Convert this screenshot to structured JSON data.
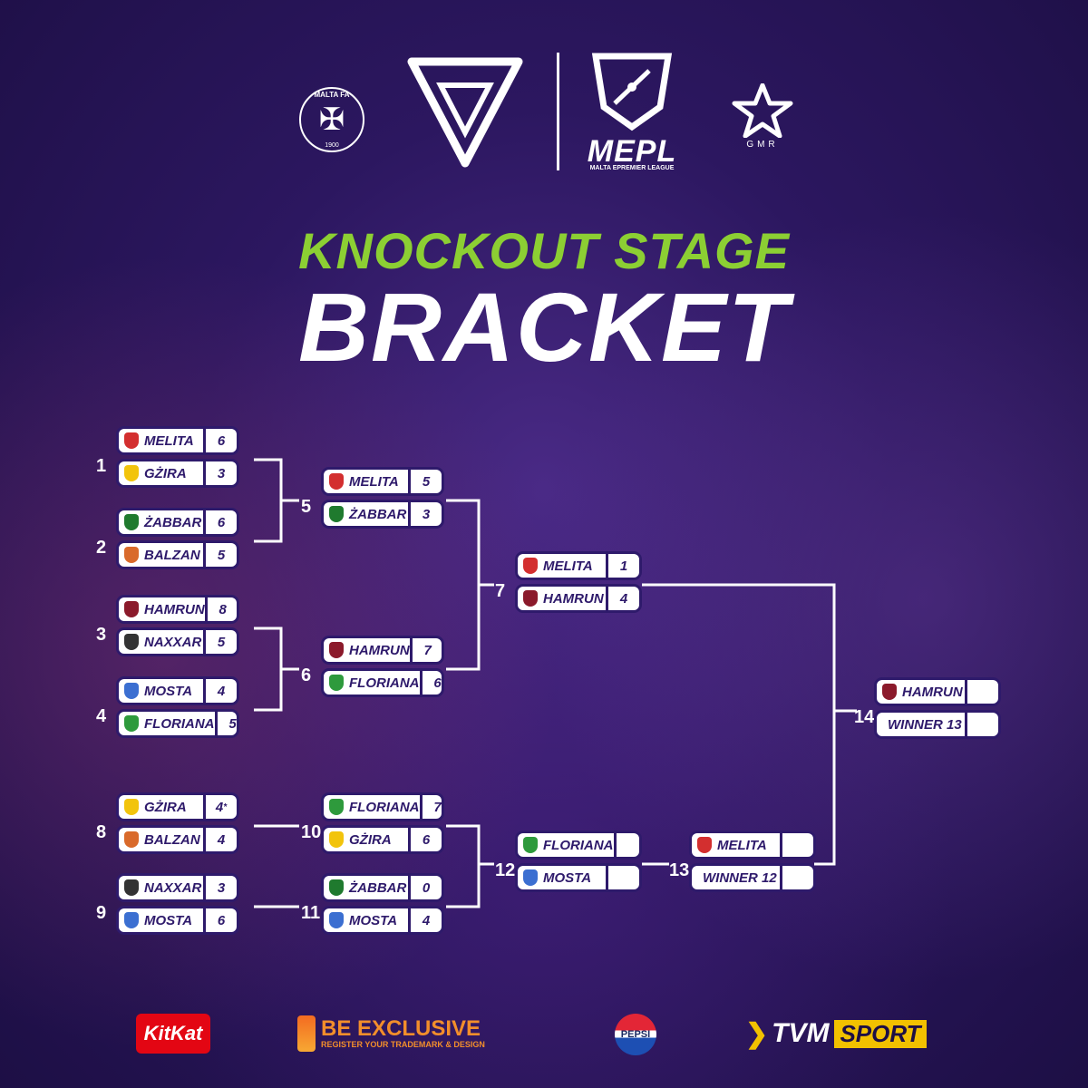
{
  "header": {
    "maltafa_top": "MALTA FA",
    "maltafa_year": "1900",
    "mepl_name": "MEPL",
    "mepl_sub": "MALTA EPREMIER LEAGUE",
    "gmr": "GMR"
  },
  "title": {
    "line1": "KNOCKOUT STAGE",
    "line2": "BRACKET"
  },
  "team_colors": {
    "MELITA": "#d32f2f",
    "GŻIRA": "#f2c40c",
    "ŻABBAR": "#1f7a2e",
    "BALZAN": "#d96a2b",
    "HAMRUN": "#8b1a2b",
    "NAXXAR": "#333333",
    "MOSTA": "#3b6fd1",
    "FLORIANA": "#2e9a3c"
  },
  "matches": {
    "m1": {
      "num": "1",
      "teams": [
        {
          "name": "MELITA",
          "score": "6"
        },
        {
          "name": "GŻIRA",
          "score": "3"
        }
      ]
    },
    "m2": {
      "num": "2",
      "teams": [
        {
          "name": "ŻABBAR",
          "score": "6"
        },
        {
          "name": "BALZAN",
          "score": "5"
        }
      ]
    },
    "m3": {
      "num": "3",
      "teams": [
        {
          "name": "HAMRUN",
          "score": "8"
        },
        {
          "name": "NAXXAR",
          "score": "5"
        }
      ]
    },
    "m4": {
      "num": "4",
      "teams": [
        {
          "name": "MOSTA",
          "score": "4"
        },
        {
          "name": "FLORIANA",
          "score": "5"
        }
      ]
    },
    "m5": {
      "num": "5",
      "teams": [
        {
          "name": "MELITA",
          "score": "5"
        },
        {
          "name": "ŻABBAR",
          "score": "3"
        }
      ]
    },
    "m6": {
      "num": "6",
      "teams": [
        {
          "name": "HAMRUN",
          "score": "7"
        },
        {
          "name": "FLORIANA",
          "score": "6"
        }
      ]
    },
    "m7": {
      "num": "7",
      "teams": [
        {
          "name": "MELITA",
          "score": "1"
        },
        {
          "name": "HAMRUN",
          "score": "4"
        }
      ]
    },
    "m8": {
      "num": "8",
      "teams": [
        {
          "name": "GŻIRA",
          "score": "4",
          "mark": "*"
        },
        {
          "name": "BALZAN",
          "score": "4"
        }
      ]
    },
    "m9": {
      "num": "9",
      "teams": [
        {
          "name": "NAXXAR",
          "score": "3"
        },
        {
          "name": "MOSTA",
          "score": "6"
        }
      ]
    },
    "m10": {
      "num": "10",
      "teams": [
        {
          "name": "FLORIANA",
          "score": "7"
        },
        {
          "name": "GŻIRA",
          "score": "6"
        }
      ]
    },
    "m11": {
      "num": "11",
      "teams": [
        {
          "name": "ŻABBAR",
          "score": "0"
        },
        {
          "name": "MOSTA",
          "score": "4"
        }
      ]
    },
    "m12": {
      "num": "12",
      "teams": [
        {
          "name": "FLORIANA",
          "score": ""
        },
        {
          "name": "MOSTA",
          "score": ""
        }
      ]
    },
    "m13": {
      "num": "13",
      "teams": [
        {
          "name": "MELITA",
          "score": ""
        },
        {
          "name": "WINNER 12",
          "score": ""
        }
      ]
    },
    "m14": {
      "num": "14",
      "teams": [
        {
          "name": "HAMRUN",
          "score": ""
        },
        {
          "name": "WINNER 13",
          "score": ""
        }
      ]
    }
  },
  "sponsors": {
    "kitkat": "KitKat",
    "be_main": "BE EXCLUSIVE",
    "be_sub": "REGISTER YOUR TRADEMARK & DESIGN",
    "pepsi": "PEPSI",
    "tvm_a": "TVM",
    "tvm_b": "SPORT"
  }
}
